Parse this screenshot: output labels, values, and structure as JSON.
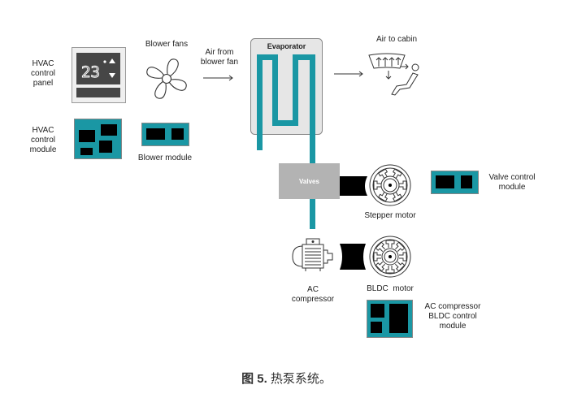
{
  "diagram": {
    "labels": {
      "hvac_panel": [
        "HVAC",
        "control",
        "panel"
      ],
      "hvac_module": [
        "HVAC",
        "control",
        "module"
      ],
      "blower_fans": "Blower fans",
      "blower_module": "Blower module",
      "air_from_blower": [
        "Air from",
        "blower fan"
      ],
      "evaporator": "Evaporator",
      "air_to_cabin": "Air to cabin",
      "valves": "Valves",
      "stepper_motor": "Stepper motor",
      "valve_control_module": [
        "Valve control",
        "module"
      ],
      "ac_compressor": [
        "AC",
        "compressor"
      ],
      "bldc_motor": "BLDC  motor",
      "bldc_control_module": [
        "AC compressor",
        "BLDC control",
        "module"
      ]
    },
    "panel_display": {
      "temperature": "23",
      "degree_symbol": "°",
      "up_icon": "triangle-up",
      "down_icon": "triangle-down"
    },
    "colors": {
      "pipe": "#1a97a4",
      "module_fill": "#1a97a4",
      "chip": "#000000",
      "evaporator_fill": "#e6e6e6",
      "valves_fill": "#b3b3b3",
      "panel_screen": "#464646"
    }
  },
  "caption": {
    "prefix": "图 5.",
    "text": " 热泵系统。"
  }
}
